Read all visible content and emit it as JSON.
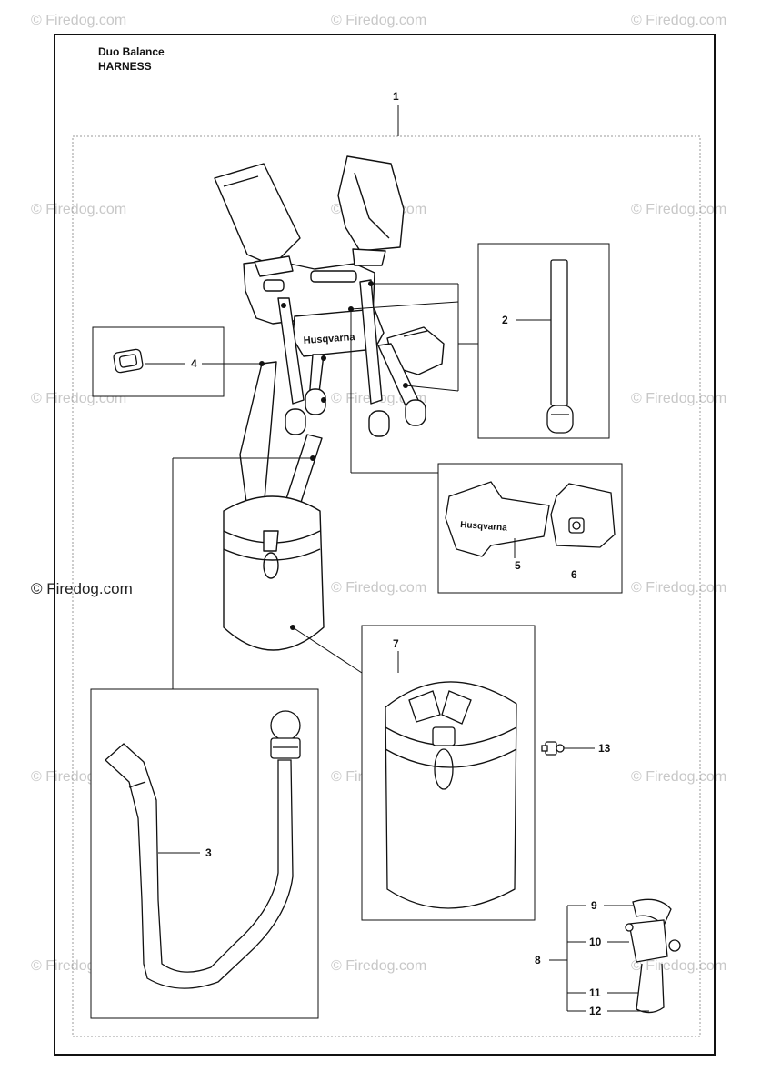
{
  "header": {
    "product": "Duo Balance",
    "section": "HARNESS"
  },
  "watermark": "© Firedog.com",
  "callouts": {
    "c1": "1",
    "c2": "2",
    "c3": "3",
    "c4": "4",
    "c5": "5",
    "c6": "6",
    "c7": "7",
    "c8": "8",
    "c9": "9",
    "c10": "10",
    "c11": "11",
    "c12": "12",
    "c13": "13"
  },
  "brand_marks": {
    "shoulder_pad_logo": "Husqvarna",
    "hip_pad_logo": "Husqvarna"
  },
  "colors": {
    "line": "#111111",
    "dotted_frame": "#999999",
    "watermark": "#c8c8c8"
  }
}
